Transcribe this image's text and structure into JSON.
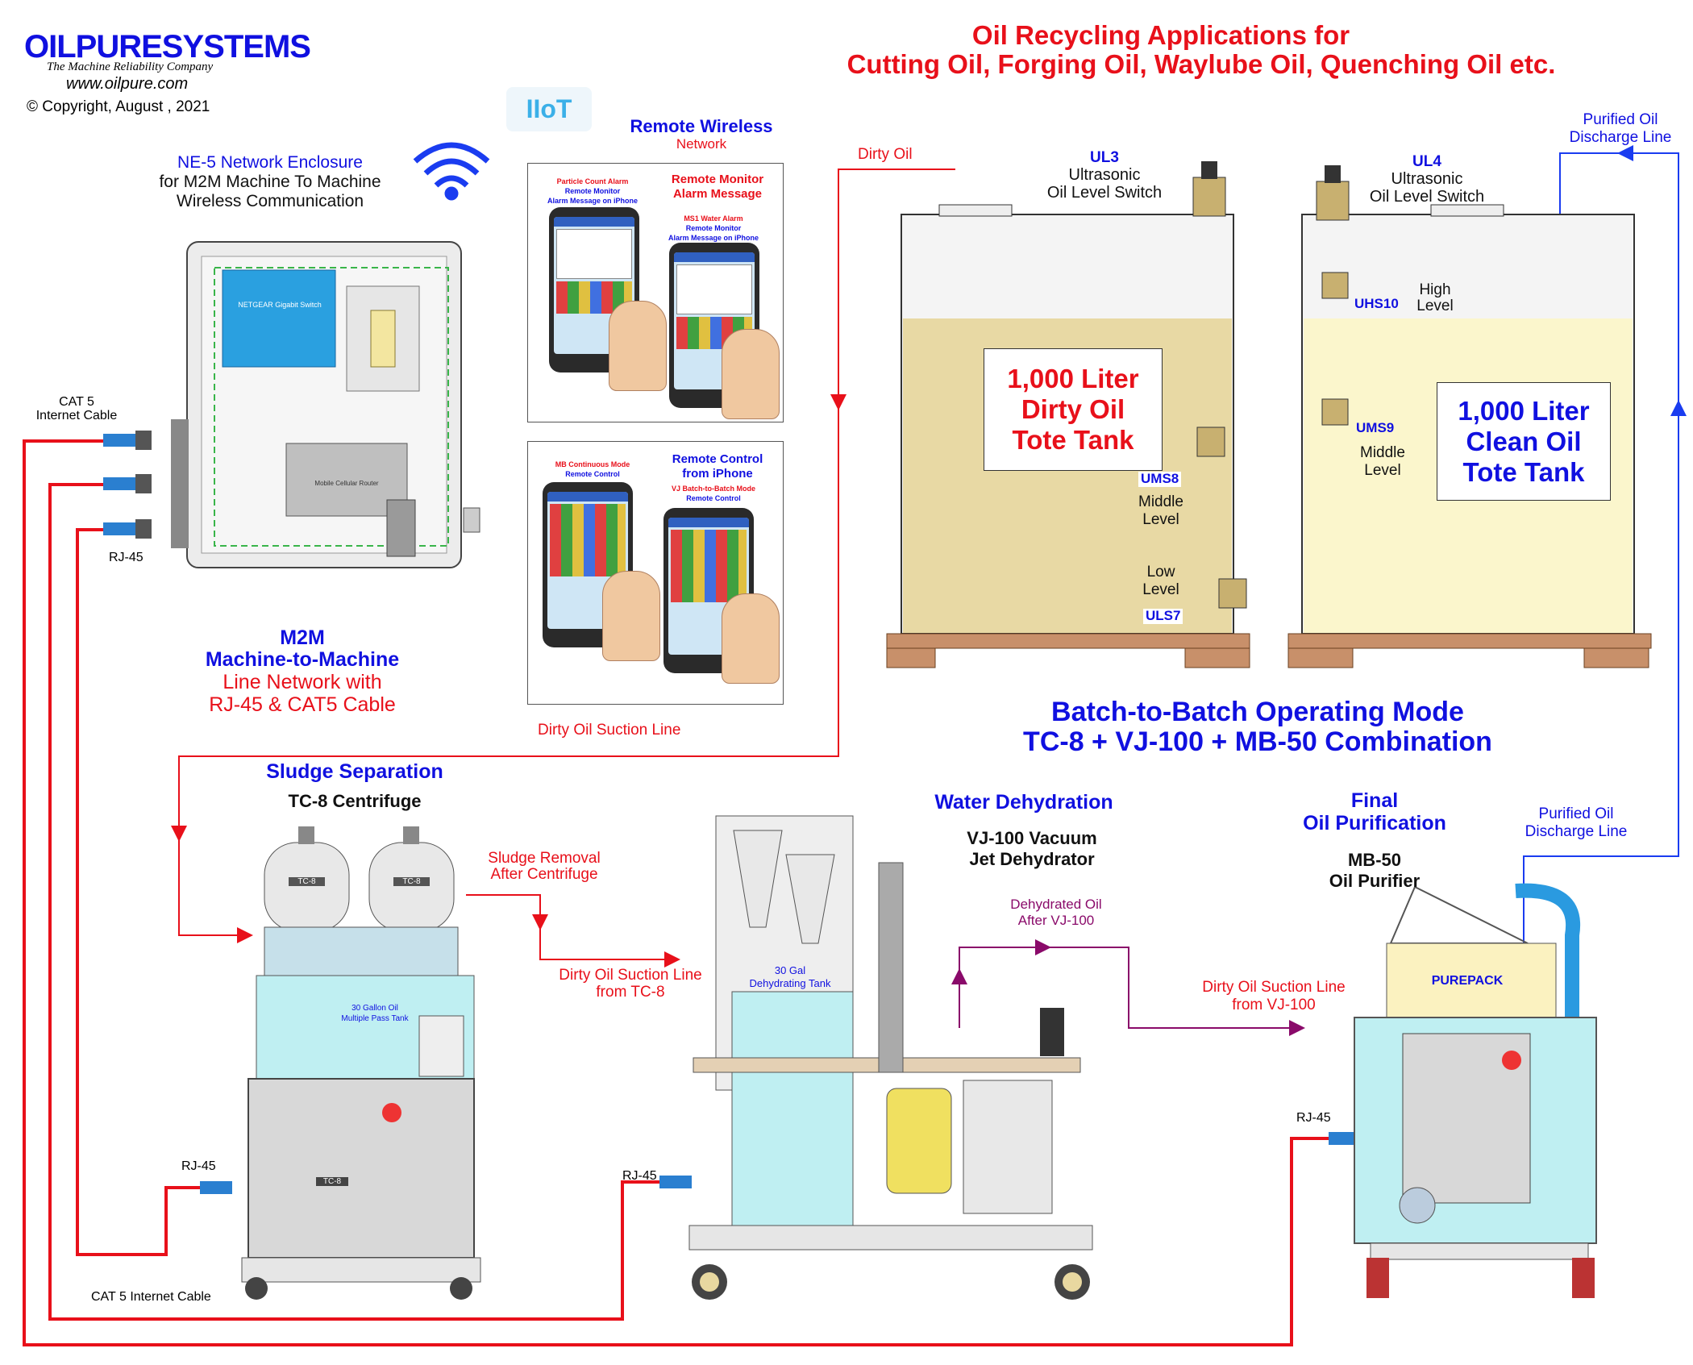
{
  "brand": {
    "logo_text": "OILPURESYSTEMS",
    "tagline": "The Machine Reliability Company",
    "url": "www.oilpure.com",
    "copyright": "© Copyright, August , 2021"
  },
  "title": {
    "line1": "Oil Recycling Applications for",
    "line2": "Cutting Oil, Forging Oil, Waylube Oil, Quenching Oil etc."
  },
  "iiot": {
    "badge": "IIoT"
  },
  "remote": {
    "title": "Remote Wireless",
    "subtitle": "Network",
    "panel1": {
      "left_caption_1": "Particle Count Alarm",
      "left_caption_2": "Remote Monitor",
      "left_caption_3": "Alarm Message on iPhone",
      "right_title_1": "Remote Monitor",
      "right_title_2": "Alarm Message",
      "right_caption_1": "MS1 Water Alarm",
      "right_caption_2": "Remote Monitor",
      "right_caption_3": "Alarm Message on iPhone"
    },
    "panel2": {
      "left_caption_1": "MB Continuous Mode",
      "left_caption_2": "Remote Control",
      "right_title_1": "Remote Control",
      "right_title_2": "from iPhone",
      "right_caption_1": "VJ Batch-to-Batch Mode",
      "right_caption_2": "Remote Control"
    }
  },
  "enclosure": {
    "title_1": "NE-5 Network Enclosure",
    "title_2": "for M2M Machine To Machine",
    "title_3": "Wireless Communication",
    "switch_label": "NETGEAR  Gigabit Switch",
    "router_label": "Mobile Cellular Router",
    "cat5_label_1": "CAT 5",
    "cat5_label_2": "Internet Cable",
    "rj45_label": "RJ-45"
  },
  "m2m": {
    "line1": "M2M",
    "line2": "Machine-to-Machine",
    "line3": "Line Network with",
    "line4": "RJ-45 & CAT5 Cable"
  },
  "dirty_oil": "Dirty Oil",
  "tank_dirty": {
    "sensor_top_1": "UL3",
    "sensor_top_2": "Ultrasonic",
    "sensor_top_3": "Oil Level Switch",
    "label_1": "1,000 Liter",
    "label_2": "Dirty Oil",
    "label_3": "Tote Tank",
    "ums8": "UMS8",
    "mid_1": "Middle",
    "mid_2": "Level",
    "low_1": "Low",
    "low_2": "Level",
    "uls7": "ULS7"
  },
  "tank_clean": {
    "sensor_top_1": "UL4",
    "sensor_top_2": "Ultrasonic",
    "sensor_top_3": "Oil Level Switch",
    "uhs10": "UHS10",
    "high_1": "High",
    "high_2": "Level",
    "ums9": "UMS9",
    "mid_1": "Middle",
    "mid_2": "Level",
    "label_1": "1,000 Liter",
    "label_2": "Clean Oil",
    "label_3": "Tote Tank",
    "discharge_1": "Purified Oil",
    "discharge_2": "Discharge Line"
  },
  "mode": {
    "line1": "Batch-to-Batch Operating Mode",
    "line2": "TC-8 + VJ-100 + MB-50 Combination"
  },
  "suction_line": "Dirty Oil Suction Line",
  "tc8": {
    "title": "Sludge Separation",
    "subtitle": "TC-8  Centrifuge",
    "sludge_1": "Sludge Removal",
    "sludge_2": "After Centrifuge",
    "tank_label_1": "30 Gallon Oil",
    "tank_label_2": "Multiple Pass Tank",
    "bowl_label": "TC-8",
    "panel_label": "TC-8",
    "rj45": "RJ-45",
    "cat5": "CAT 5 Internet Cable",
    "from_1": "Dirty Oil Suction Line",
    "from_2": "from TC-8"
  },
  "vj100": {
    "title": "Water Dehydration",
    "subtitle_1": "VJ-100 Vacuum",
    "subtitle_2": "Jet Dehydrator",
    "tank_1": "30 Gal",
    "tank_2": "Dehydrating Tank",
    "dehyd_1": "Dehydrated Oil",
    "dehyd_2": "After VJ-100",
    "rj45": "RJ-45",
    "from_1": "Dirty Oil Suction Line",
    "from_2": "from VJ-100"
  },
  "mb50": {
    "title_1": "Final",
    "title_2": "Oil Purification",
    "subtitle_1": "MB-50",
    "subtitle_2": "Oil Purifier",
    "purepack": "PUREPACK",
    "discharge_1": "Purified Oil",
    "discharge_2": "Discharge Line",
    "rj45": "RJ-45"
  },
  "colors": {
    "blue_text": "#1010e0",
    "red_text": "#e8101a",
    "purple_line": "#8a0a6a",
    "dirty_oil": "#e8d9a4",
    "clean_oil": "#fbf6cc",
    "machine_teal": "#bfeff2",
    "machine_grey": "#d8d8d8",
    "pallet": "#c8906a"
  }
}
